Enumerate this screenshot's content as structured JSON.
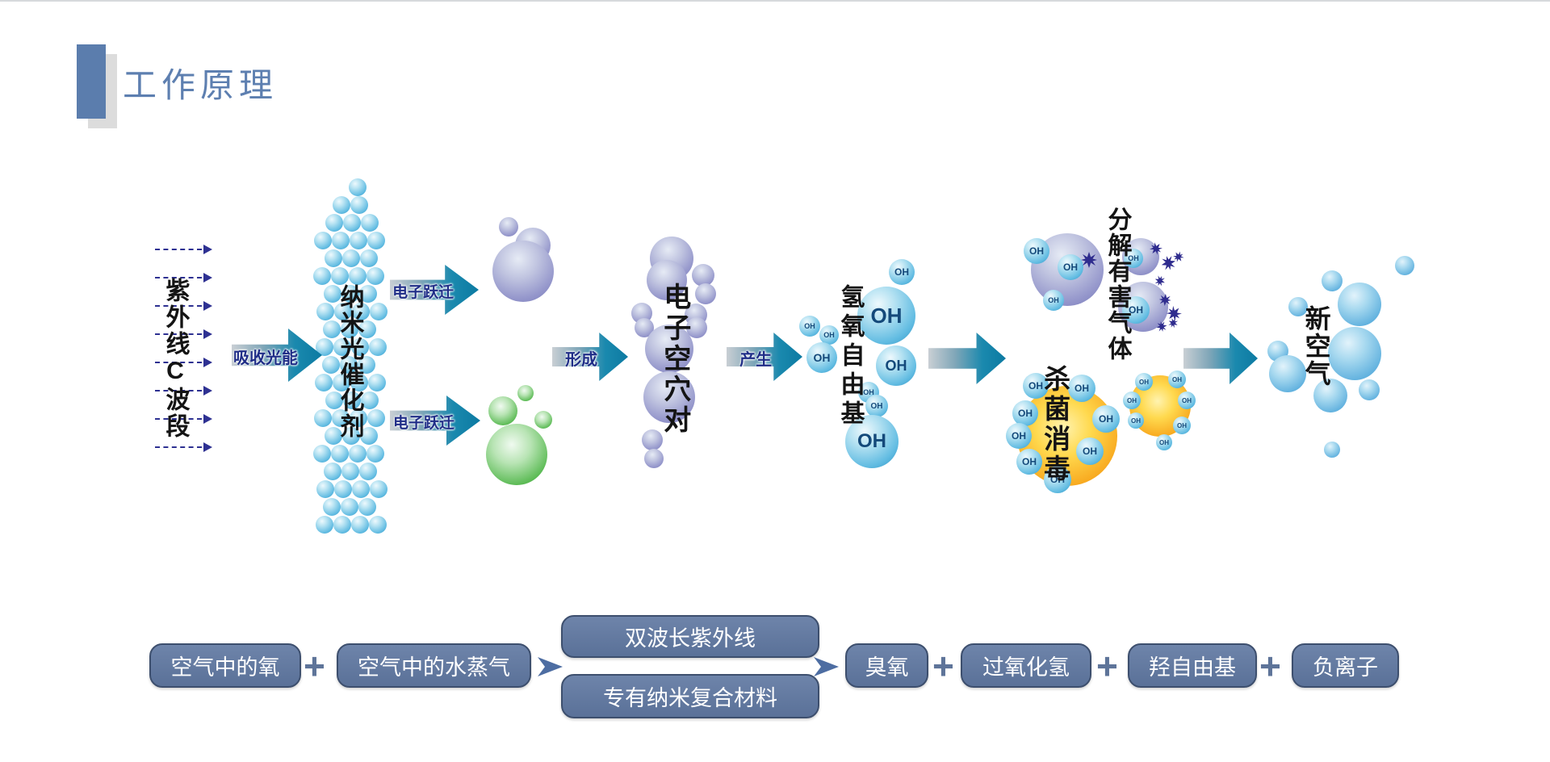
{
  "page": {
    "title": "工作原理"
  },
  "diagram": {
    "uv_band": "紫外线C波段",
    "absorb": "吸收光能",
    "catalyst": "纳米光催化剂",
    "jump_top": "电子跃迁",
    "jump_bottom": "电子跃迁",
    "form": "形成",
    "pair": "电子空穴对",
    "produce": "产生",
    "radical": "氢氧自由基",
    "oh": "OH",
    "decompose": "分解有害气体",
    "sterilize": "杀菌消毒",
    "new_air": "新空气"
  },
  "flow": {
    "oxygen": "空气中的氧",
    "plus": "+",
    "vapor": "空气中的水蒸气",
    "uv": "双波长紫外线",
    "nano": "专有纳米复合材料",
    "ozone": "臭氧",
    "peroxide": "过氧化氢",
    "hydroxyl": "羟自由基",
    "anion": "负离子"
  },
  "colors": {
    "accent_blue": "#5b7dad",
    "flow_box_blue": "#5e7499",
    "arrow_teal": "#0f81a8",
    "navy_text": "#1f2d87",
    "purple_bubble": "#8f90c8",
    "green_bubble": "#54b74e",
    "cyan_bubble": "#45aede",
    "orange_bubble": "#f7a51b"
  }
}
